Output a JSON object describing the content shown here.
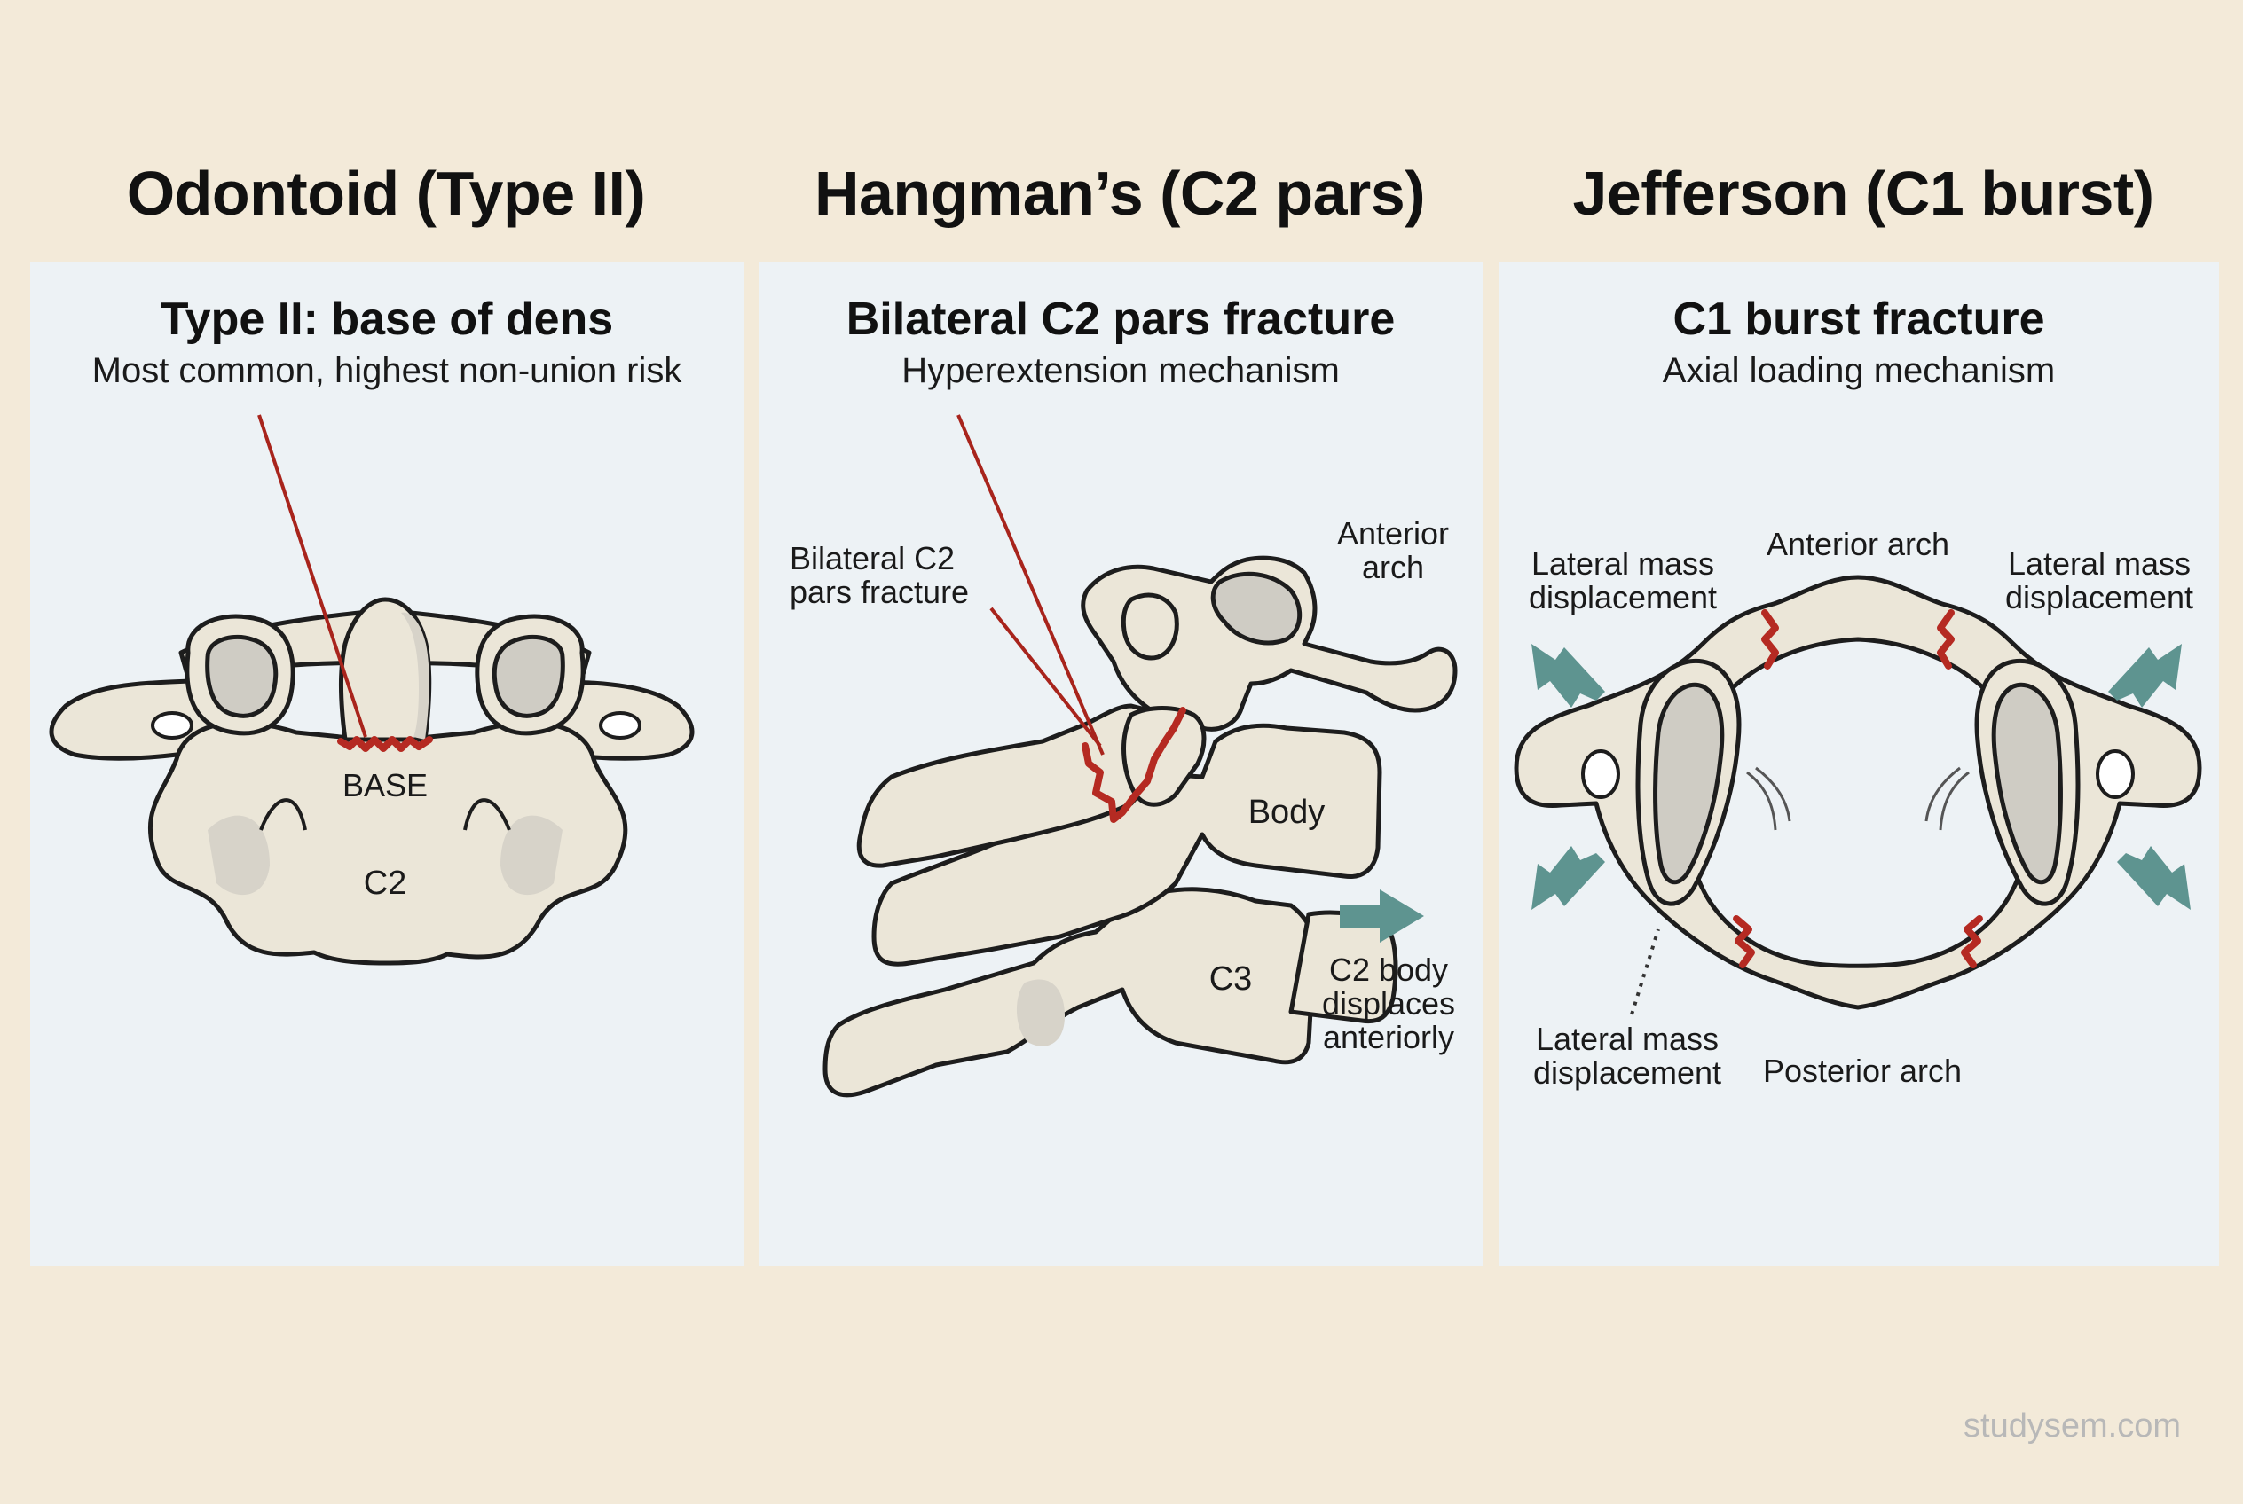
{
  "columns": [
    {
      "title": "Odontoid (Type II)",
      "panel_title": "Type II: base of dens",
      "panel_subtitle": "Most common, highest non-union risk",
      "labels": {
        "base": "BASE",
        "vertebra": "C2"
      }
    },
    {
      "title": "Hangman’s (C2 pars)",
      "panel_title": "Bilateral C2 pars fracture",
      "panel_subtitle": "Hyperextension mechanism",
      "labels": {
        "fracture_l1": "Bilateral C2",
        "fracture_l2": "pars fracture",
        "anterior_l1": "Anterior",
        "anterior_l2": "arch",
        "body": "Body",
        "c3": "C3",
        "displace_l1": "C2 body",
        "displace_l2": "displaces",
        "displace_l3": "anteriorly"
      }
    },
    {
      "title": "Jefferson (C1 burst)",
      "panel_title": "C1 burst fracture",
      "panel_subtitle": "Axial loading mechanism",
      "labels": {
        "anterior_arch": "Anterior arch",
        "posterior_arch": "Posterior arch",
        "lm_left_l1": "Lateral mass",
        "lm_left_l2": "displacement",
        "lm_right_l1": "Lateral mass",
        "lm_right_l2": "displacement",
        "lm_bottom_l1": "Lateral mass",
        "lm_bottom_l2": "displacement"
      }
    }
  ],
  "watermark": "studysem.com",
  "colors": {
    "background": "#f3ead9",
    "panel": "#edf2f5",
    "bone": "#ebe6d8",
    "fracture": "#b52a22",
    "arrow": "#5e9490"
  }
}
